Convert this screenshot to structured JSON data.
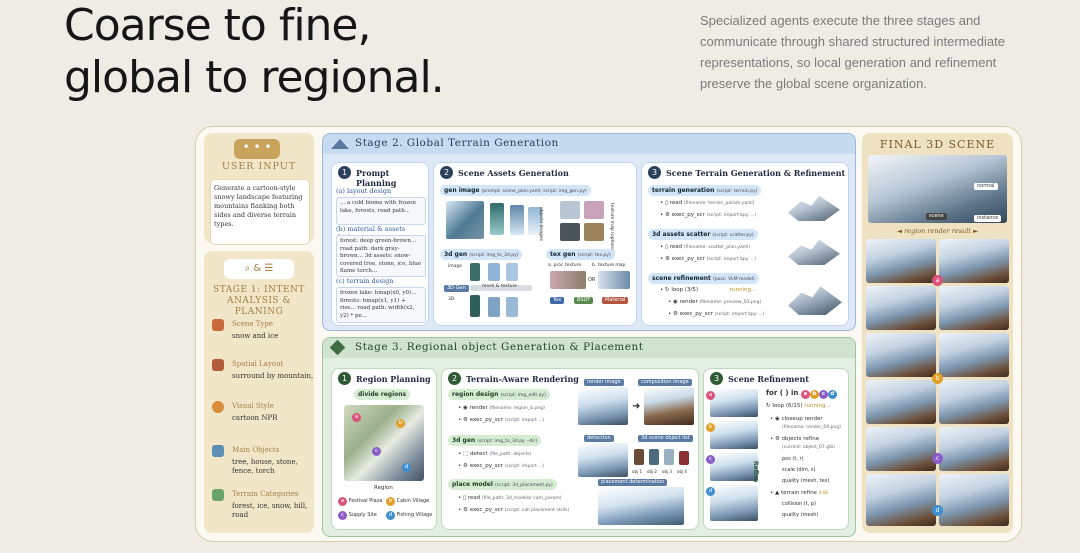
{
  "header": {
    "title_line1": "Coarse to fine,",
    "title_line2": "global to regional.",
    "description": "Specialized agents execute the three stages and communicate through shared structured intermediate representations, so local generation and refinement preserve the global scene organization."
  },
  "user_input": {
    "label": "User Input",
    "text": "Generate a cartoon-style snowy landscape featuring mountains flanking both sides and diverse terrain types."
  },
  "stage1": {
    "title": "Stage 1: Intent Analysis & Planing",
    "categories": [
      {
        "name": "Scene Type",
        "value": "snow and ice",
        "icon": "scene-type-icon",
        "color": "#c96a3a"
      },
      {
        "name": "Spatial Layout",
        "value": "surround by mountain,",
        "icon": "layout-icon",
        "color": "#b35b3a"
      },
      {
        "name": "Visual Style",
        "value": "cartoon NPR",
        "icon": "palette-icon",
        "color": "#d98c3a"
      },
      {
        "name": "Main Objects",
        "value": "tree, house, stone, fence, torch",
        "icon": "objects-icon",
        "color": "#5b8fb5"
      },
      {
        "name": "Terrain Categories",
        "value": "forest, ice, snow, hill, road",
        "icon": "terrain-icon",
        "color": "#6aa46a"
      }
    ]
  },
  "stage2": {
    "title": "Stage 2. Global Terrain Generation",
    "prompt_planning": {
      "num": "1",
      "title": "Prompt Planning",
      "layout": {
        "label": "(a) layout design",
        "text": "... a cold biome with frozen lake, forests, road path..."
      },
      "material": {
        "label": "(b) material & assets design",
        "text": "forest: deep green-brown... road path: dark gray-brown... 3d assets: snow-covered tree, stone, ice, blue flame torch..."
      },
      "terrain": {
        "label": "(c) terrain design",
        "text": "frozen lake: hmap(x0, y0)... forests: hmap(x1, y1) + rise... road path: width(x2, y2) * pe..."
      }
    },
    "assets": {
      "num": "2",
      "title": "Scene Assets Generation",
      "gen_image": "gen image",
      "gen_image_note": "(prompt: scene_plan.yaml; script: img_gen.py)",
      "gen3d": "3d gen",
      "gen3d_note": "(script: img_to_3d.py)",
      "texgen": "tex gen",
      "texgen_note": "(script: tex.py)",
      "image_label": "image",
      "mesh_label": "mesh & texture",
      "gen3d_tag": "3D Gen",
      "proc_label": "a. proc texture",
      "map_label": "b. texture map",
      "or_label": "OR",
      "threed_label": "3D",
      "tex_label": "Tex",
      "bsdf_label": "BSDF",
      "material_label": "Material",
      "objects_label": "objects images",
      "maps_label": "texture map (optional)"
    },
    "terrain_gen": {
      "num": "3",
      "title": "Scene Terrain Generation & Refinement",
      "terrain_generation": "terrain generation",
      "terrain_generation_note": "(script: terrain.py)",
      "read1": "read",
      "read1_note": "(filename: terrain_param.yaml)",
      "exec1": "exec_py_scr",
      "exec1_note": "(script: import bpy ...)",
      "scatter": "3d assets scatter",
      "scatter_note": "(script: scatter.py)",
      "read2": "read",
      "read2_note": "(filename: scatter_plan.yaml)",
      "exec2": "exec_py_scr",
      "exec2_note": "(script: import bpy ...)",
      "refinement": "scene refinement",
      "refinement_note": "(posc: VLM model)",
      "loop": "loop",
      "loop_count": "(3/5)",
      "running": "running...",
      "render": "render",
      "render_note": "(filename: preview_03.png)",
      "exec3": "exec_py_scr",
      "exec3_note": "(script: import bpy ...)"
    }
  },
  "stage3": {
    "title": "Stage 3. Regional object Generation & Placement",
    "region_planning": {
      "num": "1",
      "title": "Region Planning",
      "divide": "divide regions",
      "regions_label": "Region",
      "regions": [
        {
          "id": "a",
          "name": "Festival Plaza",
          "color": "#d9537a"
        },
        {
          "id": "b",
          "name": "Cabin Village",
          "color": "#e2a02a"
        },
        {
          "id": "c",
          "name": "Supply Site",
          "color": "#8b5cc7"
        },
        {
          "id": "d",
          "name": "Fishing Village",
          "color": "#3f8fd0"
        }
      ]
    },
    "rendering": {
      "num": "2",
      "title": "Terrain-Aware Rendering",
      "region_design": "region design",
      "region_design_note": "(script: img_edit.py)",
      "render": "render",
      "render_note": "(filename: region_b.png)",
      "exec1": "exec_py_scr",
      "exec1_note": "(script: import ...)",
      "gen3d": "3d gen",
      "gen3d_note": "(script: img_to_3d.py --dir)",
      "detect": "detect",
      "detect_note": "(file_path: objects)",
      "exec2": "exec_py_scr",
      "exec2_note": "(script: import ...)",
      "place": "place model",
      "place_note": "(script: 3d_placement.py)",
      "read": "read",
      "read_note": "(file_path: 3d_models/ cam_param)",
      "exec3": "exec_py_scr",
      "exec3_note": "(script: call placement skills)",
      "render_image": "render image",
      "composition_image": "composition image",
      "detection": "detection",
      "objects_list": "3d scene object list",
      "placement": "placement determination",
      "obj_labels": [
        "obj 1",
        "obj 2",
        "obj 3",
        "obj 4"
      ]
    },
    "refinement": {
      "num": "3",
      "title": "Scene Refinement",
      "for_label": "for ( ) in",
      "loop": "loop",
      "loop_count": "(6/15)",
      "running": "running...",
      "closeup": "closeup render",
      "closeup_note": "(filename: render_04.png)",
      "objects_refine": "objects refine",
      "objects_refine_note": "(current: object_07.glb)",
      "pos": "pos (t, r)",
      "scale": "scale (dim, s)",
      "quality1": "quality (mesh, tex)",
      "terrain_refine": "terrain refine",
      "terrain_refine_note": "4.8k",
      "collision": "collision (t, p)",
      "quality2": "quality (mesh)",
      "refine_label": "Refine"
    }
  },
  "final": {
    "title": "Final 3D Scene",
    "normal": "normal",
    "scene": "scene",
    "instance": "instance",
    "region_render": "region render result",
    "dots": [
      "a",
      "b",
      "c",
      "d"
    ]
  }
}
